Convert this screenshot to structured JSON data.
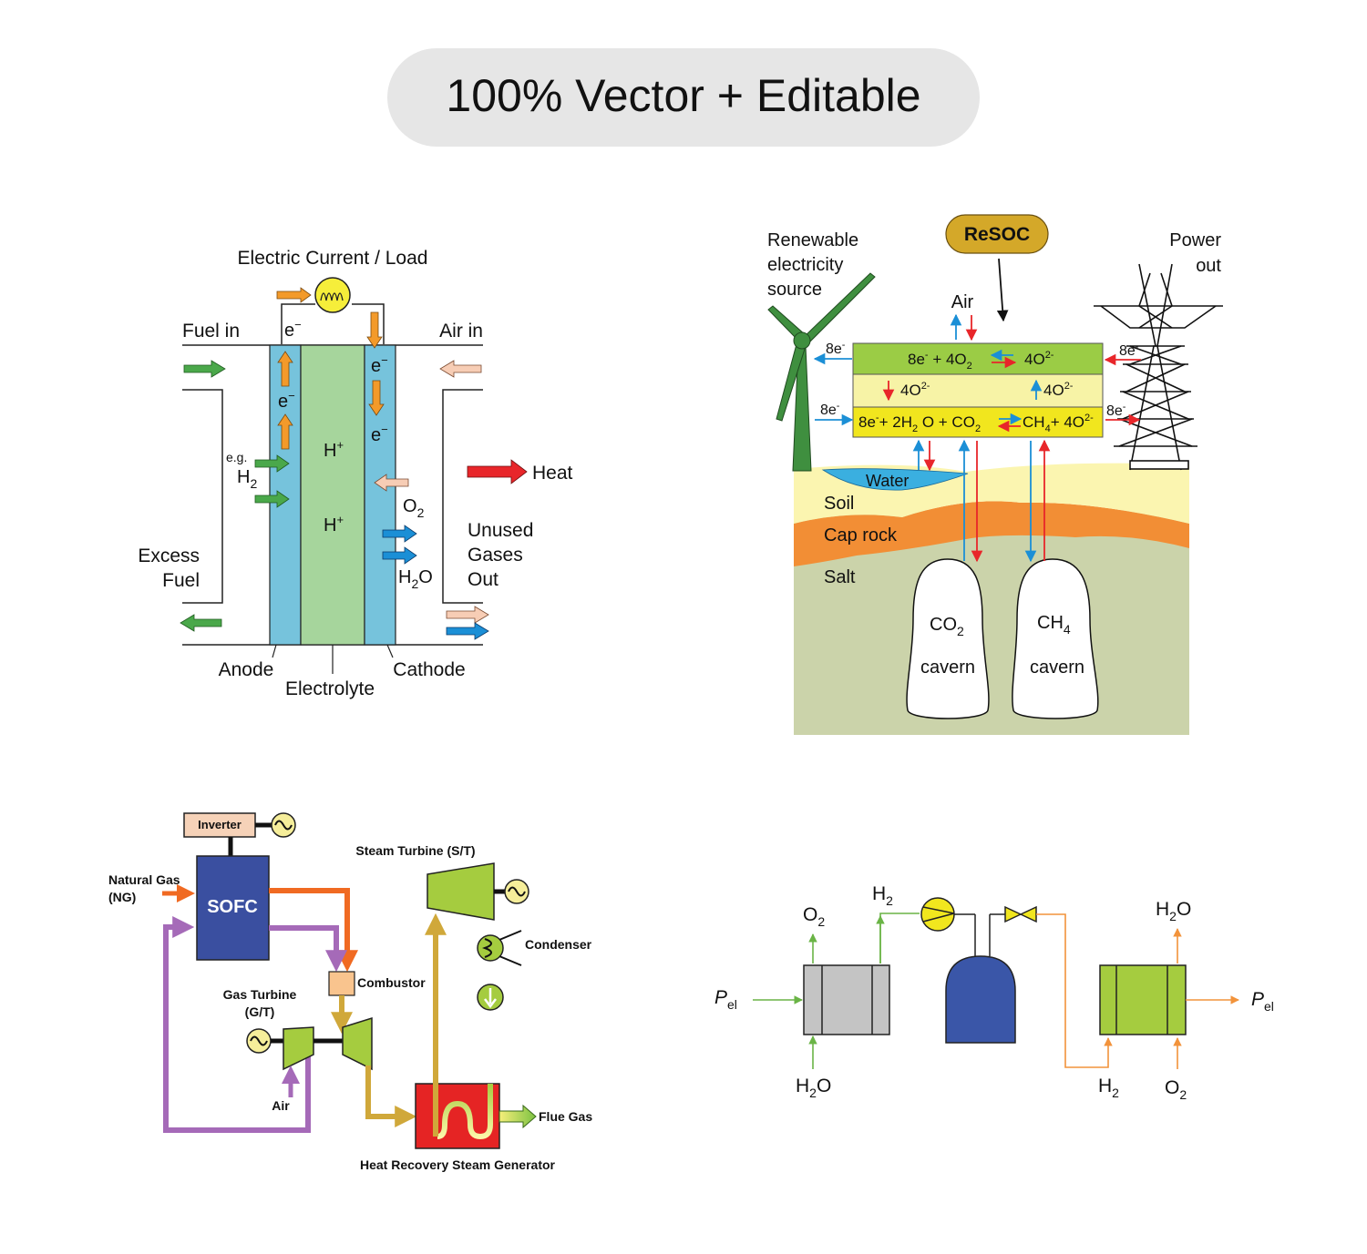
{
  "banner": {
    "text": "100% Vector + Editable"
  },
  "fuel_cell": {
    "load_label": "Electric Current / Load",
    "fuel_in": "Fuel in",
    "air_in": "Air in",
    "electron": "e",
    "electron_sup": "−",
    "eg": "e.g.",
    "h2_H": "H",
    "h2_sub": "2",
    "proton": "H",
    "proton_sup": "+",
    "o2_O": "O",
    "o2_sub": "2",
    "h2o_H": "H",
    "h2o_sub": "2",
    "h2o_O": "O",
    "heat": "Heat",
    "unused": [
      "Unused",
      "Gases",
      "Out"
    ],
    "excess": [
      "Excess",
      "Fuel"
    ],
    "anode": "Anode",
    "electrolyte": "Electrolyte",
    "cathode": "Cathode",
    "colors": {
      "electrode": "#76c3dc",
      "electrolyte": "#a6d59c",
      "green_arrow": "#4aa84a",
      "orange_arrow": "#f39a2a",
      "blue_arrow": "#1b8fd6",
      "pink_arrow": "#f7cdb5",
      "heat_arrow": "#e8262a"
    }
  },
  "resoc": {
    "badge": "ReSOC",
    "renewable": [
      "Renewable",
      "electricity",
      "source"
    ],
    "power_out": [
      "Power",
      "out"
    ],
    "air": "Air",
    "e8": "8e",
    "e_sup": "-",
    "top_left": "8e",
    "top_plus": " + 4O",
    "top_sub": "2",
    "top_right": "4O",
    "ion_sup": "2-",
    "mid_left": "4O",
    "mid_right": "4O",
    "bot_left_a": "8e",
    "bot_left_b": "+ 2H",
    "bot_sub2": "2",
    "bot_left_c": " O + CO",
    "bot_right_a": "CH",
    "bot_sub4": "4",
    "bot_right_b": "+ 4O",
    "water": "Water",
    "soil": "Soil",
    "cap_rock": "Cap rock",
    "salt": "Salt",
    "co2_C": "CO",
    "co2_sub": "2",
    "ch4_C": "CH",
    "ch4_sub": "4",
    "cavern": "cavern",
    "colors": {
      "badge": "#d4a829",
      "top_layer": "#9bcc45",
      "mid_layer": "#f7f3a6",
      "bot_layer": "#f1e61e",
      "soil": "#fbf5b0",
      "cap_rock": "#f28e35",
      "salt": "#cbd3aa",
      "water": "#3aafe0"
    }
  },
  "plant": {
    "inverter": "Inverter",
    "natural_gas": [
      "Natural Gas",
      "(NG)"
    ],
    "sofc": "SOFC",
    "steam_turbine": "Steam Turbine (S/T)",
    "condenser": "Condenser",
    "combustor": "Combustor",
    "gas_turbine": [
      "Gas Turbine",
      "(G/T)"
    ],
    "air": "Air",
    "flue_gas": "Flue Gas",
    "hrsg": "Heat Recovery Steam Generator",
    "colors": {
      "sofc": "#3a4fa0",
      "inverter": "#f6d2b8",
      "turbine": "#a5cc3f",
      "hrsg": "#e52424",
      "ng_line": "#f06a22",
      "air_line": "#a56ab8",
      "steam_line": "#d0a83a"
    }
  },
  "storage": {
    "o2_O": "O",
    "o2_sub": "2",
    "h2_H": "H",
    "h2_sub": "2",
    "h2o_H": "H",
    "h2o_sub": "2",
    "h2o_O": "O",
    "p": "P",
    "p_sub": "el",
    "colors": {
      "electrolyzer": "#c4c4c4",
      "tank": "#3a56a8",
      "fuel_cell": "#a5cc3f",
      "green_line": "#6ab446",
      "orange_line": "#f2933b"
    }
  }
}
